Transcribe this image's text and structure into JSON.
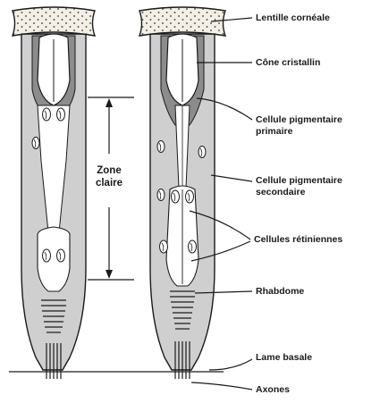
{
  "labels": {
    "lentille": "Lentille cornéale",
    "cone": "Cône cristallin",
    "primaire_1": "Cellule pigmentaire",
    "primaire_2": "primaire",
    "secondaire_1": "Cellule pigmentaire",
    "secondaire_2": "secondaire",
    "retiniennes": "Cellules rétiniennes",
    "rhabdome": "Rhabdome",
    "lame": "Lame basale",
    "axones": "Axones"
  },
  "zone": {
    "line1": "Zone",
    "line2": "claire"
  },
  "colors": {
    "outline": "#1a1a1a",
    "pigment_dark": "#8c8c8c",
    "pigment_light": "#cfcfcf",
    "cell_fill": "#ffffff",
    "lens_fill": "#f3efe6"
  }
}
